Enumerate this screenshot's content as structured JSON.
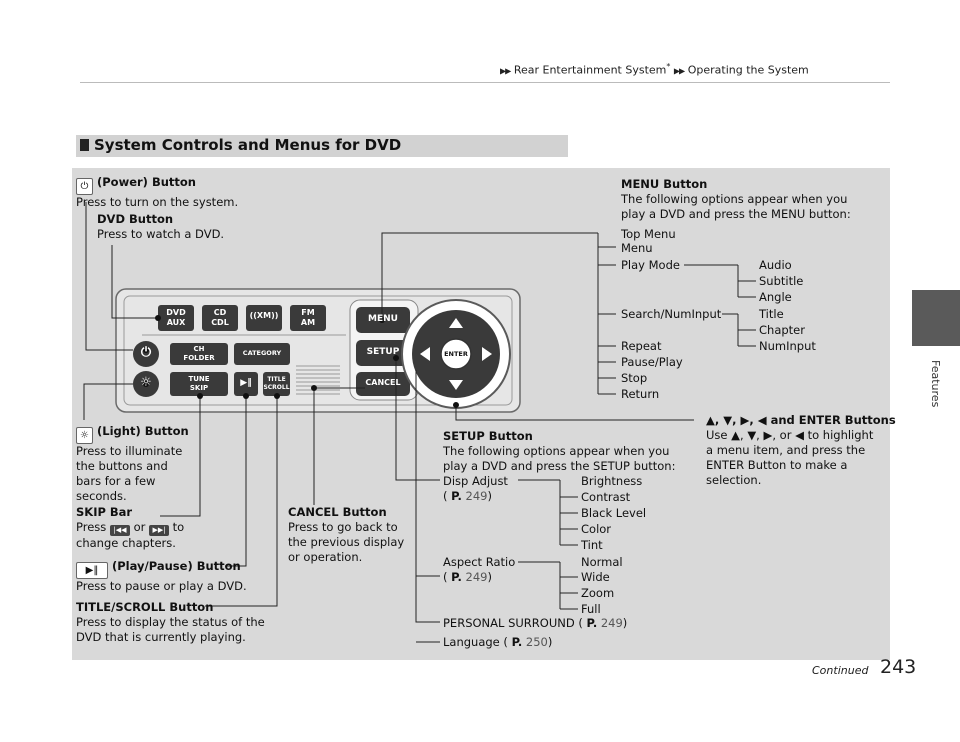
{
  "header": {
    "breadcrumb_part1": "Rear Entertainment System",
    "breadcrumb_asterisk": "*",
    "breadcrumb_part2": "Operating the System"
  },
  "sidebar": {
    "label": "Features"
  },
  "section": {
    "title": "System Controls and Menus for DVD"
  },
  "power": {
    "title": "(Power) Button",
    "desc": "Press to turn on the system."
  },
  "dvd_button": {
    "title": "DVD Button",
    "desc": "Press to watch a DVD."
  },
  "menu_button": {
    "title": "MENU Button",
    "desc1": "The following options appear when you",
    "desc2": "play a DVD and press the MENU button:",
    "items": [
      "Top Menu",
      "Menu",
      "Play Mode",
      "Search/NumInput",
      "Repeat",
      "Pause/Play",
      "Stop",
      "Return"
    ],
    "play_mode_sub": [
      "Audio",
      "Subtitle",
      "Angle"
    ],
    "search_sub": [
      "Title",
      "Chapter",
      "NumInput"
    ]
  },
  "arrows": {
    "title_suffix": "and ENTER Buttons",
    "desc1_pre": "Use",
    "desc1_post": "to highlight",
    "desc2": "a menu item, and press the",
    "desc3": "ENTER Button to make a",
    "desc4": "selection.",
    "or": "or"
  },
  "light": {
    "title": "(Light) Button",
    "desc1": "Press to illuminate",
    "desc2": "the buttons and",
    "desc3": "bars for a few",
    "desc4": "seconds."
  },
  "skip": {
    "title": "SKIP Bar",
    "press": "Press",
    "or": "or",
    "to": "to",
    "desc2": "change chapters."
  },
  "play_pause": {
    "title": "(Play/Pause) Button",
    "desc": "Press to pause or play a DVD."
  },
  "title_scroll": {
    "title": "TITLE/SCROLL Button",
    "desc1": "Press to display the status of the",
    "desc2": "DVD that is currently playing."
  },
  "cancel_button": {
    "title": "CANCEL Button",
    "desc1": "Press to go back to",
    "desc2": "the previous display",
    "desc3": "or operation."
  },
  "setup_button": {
    "title": "SETUP Button",
    "desc1": "The following options appear when you",
    "desc2": "play a DVD and press the SETUP button:",
    "disp_adjust": "Disp Adjust",
    "disp_adjust_ref": "249",
    "disp_sub": [
      "Brightness",
      "Contrast",
      "Black Level",
      "Color",
      "Tint"
    ],
    "aspect_ratio": "Aspect Ratio",
    "aspect_ref": "249",
    "aspect_sub": [
      "Normal",
      "Wide",
      "Zoom",
      "Full"
    ],
    "personal": "PERSONAL SURROUND (",
    "personal_ref": "249",
    "language": "Language (",
    "language_ref": "250",
    "page_prefix": "P."
  },
  "device": {
    "dvd_aux": [
      "DVD",
      "AUX"
    ],
    "cd_cdl": [
      "CD",
      "CDL"
    ],
    "xm": "XM",
    "fm_am": [
      "FM",
      "AM"
    ],
    "ch_folder": [
      "CH",
      "FOLDER"
    ],
    "category": "CATEGORY",
    "tune_skip": [
      "TUNE",
      "SKIP"
    ],
    "title_scroll": [
      "TITLE",
      "SCROLL"
    ],
    "menu": "MENU",
    "setup": "SETUP",
    "cancel": "CANCEL",
    "enter": "ENTER"
  },
  "footer": {
    "continued": "Continued",
    "page_number": "243"
  }
}
